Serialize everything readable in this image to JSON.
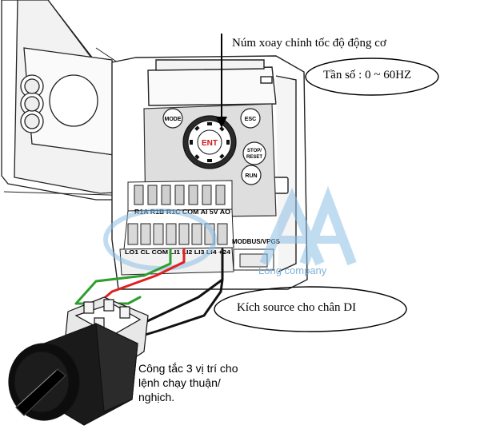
{
  "annotations": {
    "knob_label": "Núm xoay chỉnh tốc độ động cơ",
    "frequency_label": "Tần số : 0 ~ 60HZ",
    "source_label": "Kích source cho chân DI",
    "switch_label": "Công tắc 3 vị trí cho lệnh chạy thuận/ nghịch."
  },
  "keypad": {
    "mode": "MODE",
    "esc": "ESC",
    "ent": "ENT",
    "stop_reset_line1": "STOP/",
    "stop_reset_line2": "RESET",
    "run": "RUN"
  },
  "terminals": {
    "top_row": "R1A R1B R1C COM AI 5V AO",
    "bottom_row": "LO1 CL COM LI1 LI2 LI3 LI4 +24",
    "port": "MODBUS/VPGS"
  },
  "watermark": {
    "company": "Long company"
  },
  "colors": {
    "wire_red": "#e02020",
    "wire_green": "#2e9e2e",
    "wire_black": "#111111",
    "watermark_blue": "#8ec0e6",
    "keypad_bg": "#dedede"
  }
}
